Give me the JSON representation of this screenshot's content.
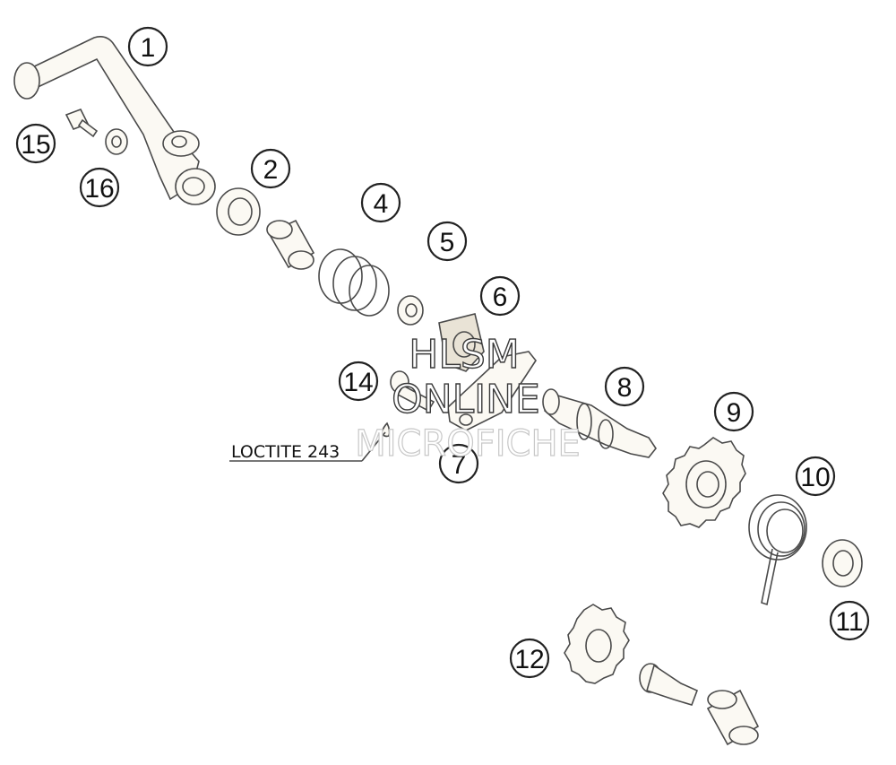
{
  "callouts": [
    {
      "id": "1",
      "label": "1"
    },
    {
      "id": "2",
      "label": "2"
    },
    {
      "id": "4",
      "label": "4"
    },
    {
      "id": "5",
      "label": "5"
    },
    {
      "id": "6",
      "label": "6"
    },
    {
      "id": "7",
      "label": "7"
    },
    {
      "id": "8",
      "label": "8"
    },
    {
      "id": "9",
      "label": "9"
    },
    {
      "id": "10",
      "label": "10"
    },
    {
      "id": "11",
      "label": "11"
    },
    {
      "id": "12",
      "label": "12"
    },
    {
      "id": "14",
      "label": "14"
    },
    {
      "id": "15",
      "label": "15"
    },
    {
      "id": "16",
      "label": "16"
    }
  ],
  "note": {
    "text": "LOCTITE 243"
  },
  "watermark": {
    "line1": "HLSM",
    "line2": "ONLINE",
    "line3": "MICROFICHE"
  }
}
